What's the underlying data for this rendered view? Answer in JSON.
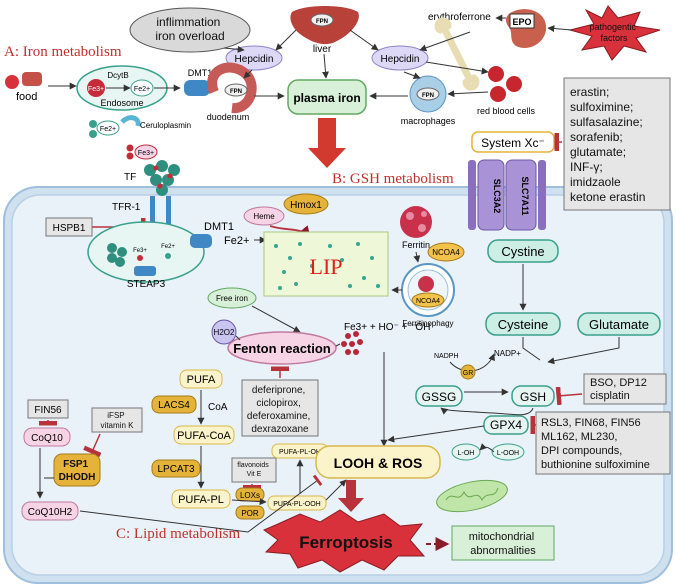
{
  "colors": {
    "red_text": "#c0302a",
    "lip_red": "#e0201b",
    "arrow_red": "#d33a2f",
    "cell_border": "#aac6e0",
    "cell_fill": "#e8f1f8",
    "lavender": "#dcd8f5",
    "mint": "#cdeee4",
    "teal": "#7fd2c4",
    "gold": "#e6b33a",
    "pale_yellow": "#fbf3c9",
    "gray_box": "#e6e6e6",
    "pink": "#f7d3e6",
    "green_box": "#d8efd8"
  },
  "sections": {
    "iron": "A:  Iron metabolism",
    "gsh": "B:  GSH metabolism",
    "lipid": "C:  Lipid metabolism"
  },
  "iron": {
    "inflammation": "inflimmation\niron overload",
    "hepcidin_left": "Hepcidin",
    "hepcidin_right": "Hepcidin",
    "liver": "liver",
    "fpn": "FPN",
    "erythroferrone": "erythroferrone",
    "epo": "EPO",
    "pathogenic": "pathogentic\nfactors",
    "food": "food",
    "dcytb": "DcytB",
    "fe3": "Fe3+",
    "fe2": "Fe2+",
    "endosome": "Endosome",
    "dmt1": "DMT1",
    "duodenum": "duodenum",
    "plasma_iron": "plasma iron",
    "macrophages": "macrophages",
    "rbc": "red blood cells",
    "ceruloplasmin": "Ceruloplasmin",
    "tf": "TF",
    "tfr1": "TFR-1",
    "hspb1": "HSPB1",
    "steap3": "STEAP3",
    "dmt1_cell": "DMT1",
    "fe2_cell": "Fe2+",
    "free_iron": "Free iron",
    "heme": "Heme",
    "hmox1": "Hmox1",
    "lip": "LIP",
    "ferritin": "Ferritin",
    "ncoa4": "NCOA4",
    "ncoa4_inner": "NCOA4",
    "ferritinophagy": "Ferritinophagy"
  },
  "gsh": {
    "inhibitors_xc": "erastin;\nsulfoximine;\nsulfasalazine;\nsorafenib;\nglutamate;\nINF-γ;\nimidzaole\nketone erastin",
    "system_xc": "System Xc⁻",
    "slc3a2": "SLC3A2",
    "slc7a11": "SLC7A11",
    "cystine": "Cystine",
    "cysteine": "Cysteine",
    "glutamate": "Glutamate",
    "nadph": "NADPH",
    "nadp": "NADP+",
    "gr": "GR",
    "bso": "BSO,  DP12\ncisplatin",
    "gssg": "GSSG",
    "gsh": "GSH",
    "gpx4": "GPX4",
    "gpx4_inhibitors": "RSL3, FIN68, FIN56\nML162, ML230,\nDPI compounds,\nbuthionine sulfoximine",
    "l_oh": "L-OH",
    "l_ooh": "L-OOH"
  },
  "fenton": {
    "h2o2": "H2O2",
    "reaction": "Fenton reaction",
    "products": "Fe3+  + HO⁻ + ⁻OH",
    "chelators": "deferiprone,\nciclopirox,\ndeferoxamine,\ndexrazoxane"
  },
  "lipid": {
    "pufa": "PUFA",
    "lacs4": "LACS4",
    "coa": "CoA",
    "pufa_coa": "PUFA-CoA",
    "lpcat3": "LPCAT3",
    "pufa_pl": "PUFA-PL",
    "flavonoids": "flavonoids\nVit E",
    "pufa_pl_oh": "PUFA-PL-OH",
    "pufa_pl_ooh": "PUFA-PL-OOH",
    "loxs": "LOXs",
    "por": "POR",
    "looh_ros": "LOOH & ROS",
    "ferroptosis": "Ferroptosis",
    "mito": "mitochondrial\nabnormalities",
    "fin56": "FIN56",
    "ifsp": "iFSP\nvitamin K",
    "coq10": "CoQ10",
    "fsp1": "FSP1\nDHODH",
    "coq10h2": "CoQ10H2"
  }
}
